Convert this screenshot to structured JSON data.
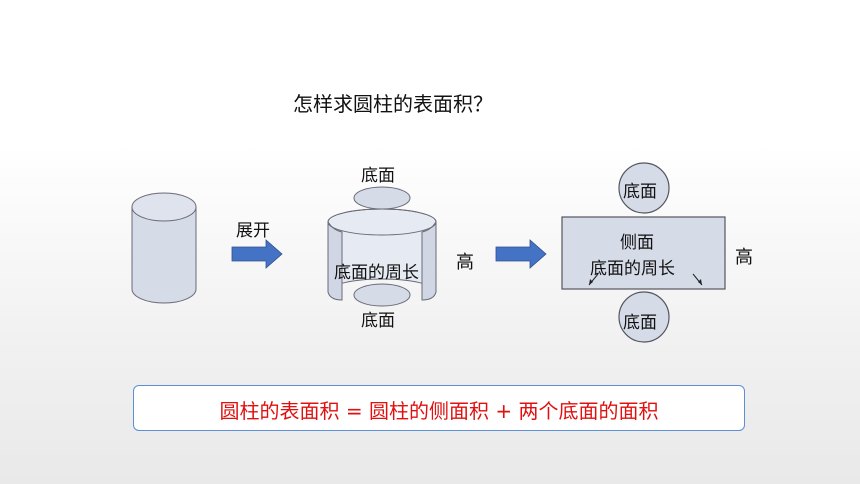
{
  "title": "怎样求圆柱的表面积？",
  "arrow_label": "展开",
  "middle": {
    "top_label": "底面",
    "bottom_label": "底面",
    "perimeter_label": "底面的周长",
    "height_label": "高"
  },
  "right": {
    "top_circle_label": "底面",
    "bottom_circle_label": "底面",
    "rect_label": "侧面",
    "perimeter_label": "底面的周长",
    "height_label": "高"
  },
  "formula": "圆柱的表面积 = 圆柱的侧面积 + 两个底面的面积",
  "colors": {
    "shape_fill": "#d6dbe8",
    "outline": "#5a5a66",
    "arrow": "#4472c4",
    "formula_text": "#e01010",
    "formula_border": "#5b8fd6"
  }
}
